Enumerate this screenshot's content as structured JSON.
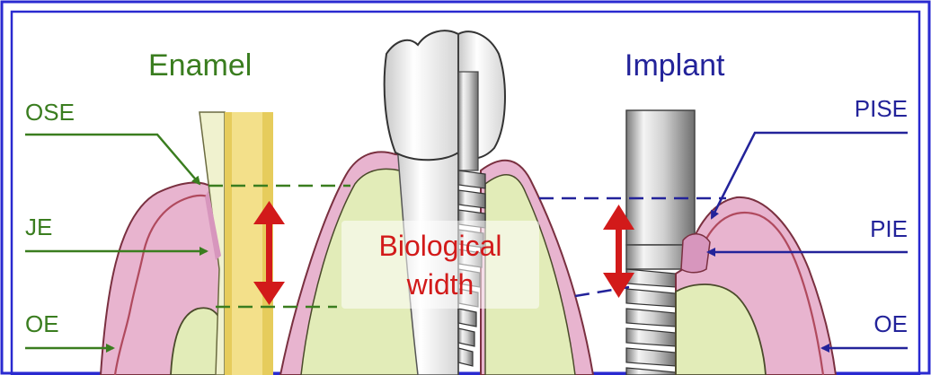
{
  "headings": {
    "enamel": "Enamel",
    "implant": "Implant"
  },
  "labels": {
    "left": {
      "ose": "OSE",
      "je": "JE",
      "oe": "OE"
    },
    "right": {
      "pise": "PISE",
      "pie": "PIE",
      "oe": "OE"
    }
  },
  "center_label": {
    "line1": "Biological",
    "line2": "width"
  },
  "colors": {
    "frame": "#2a2ad0",
    "enamel_green": "#3a7d1f",
    "implant_blue": "#23239a",
    "bio_red": "#d21a1a",
    "gingiva_fill": "#e8b4cf",
    "gingiva_outline": "#b04a5e",
    "bone_fill": "#e2ecb8",
    "enamel_strip": "#f3ea9b",
    "dentin_strip": "#e6cc5c"
  },
  "icons": {
    "bio_arrow": "double-headed-vertical-arrow",
    "pointer": "right-pointing-arrow",
    "implant_pointer": "left-pointing-arrow"
  }
}
